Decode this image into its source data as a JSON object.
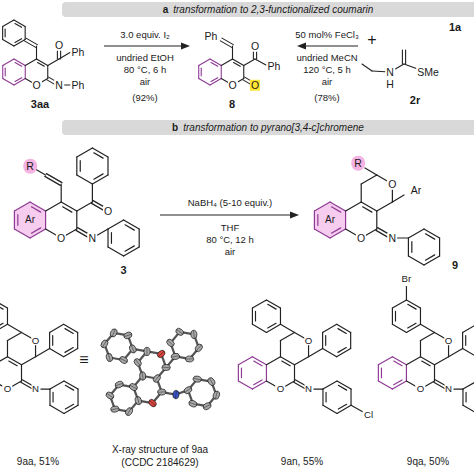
{
  "diagram": {
    "nodes": [
      {
        "text": [
          "a",
          "transformation to 2,3-functionalized coumarin"
        ]
      },
      {
        "text": [
          "b",
          "transformation to pyrano[3,4-c]chromene"
        ]
      }
    ],
    "labels": [
      "3.0 equiv. I₂",
      "undried EtOH",
      "80 °C, 6 h",
      "air",
      "(92%)",
      "50 mol% FeCl₃",
      "undried MeCN",
      "120 °C, 5 h",
      "air",
      "(78%)",
      "1a",
      "+",
      "SMe",
      "2r",
      "N",
      "H",
      "Ph",
      "O",
      "O",
      "N",
      "Ph",
      "3aa",
      "Ph",
      "O",
      "Ph",
      "O",
      "O",
      "8",
      "NaBH₄ (5-10 equiv.)",
      "THF",
      "80 °C, 12 h",
      "air",
      "R",
      "O",
      "Ar",
      "O",
      "N",
      "3",
      "R",
      "O",
      "Ar",
      "Ar",
      "O",
      "N",
      "9",
      "O",
      "O",
      "N",
      "9aa, 51%",
      "≡",
      "X-ray structure of 9aa",
      "(CCDC 2184629)",
      "O",
      "O",
      "N",
      "Cl",
      "9an, 55%",
      "Br",
      "O",
      "O",
      "N",
      "9qa, 50%"
    ]
  }
}
